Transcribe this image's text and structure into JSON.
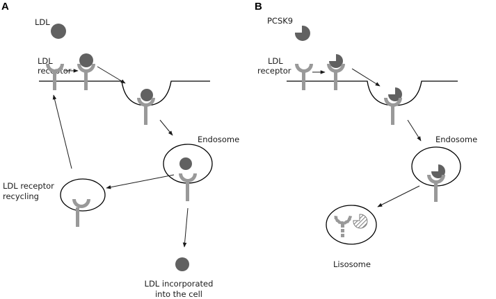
{
  "panels": {
    "a": {
      "letter": "A",
      "ldl": "LDL",
      "receptor_line1": "LDL",
      "receptor_line2": "receptor",
      "endosome": "Endosome",
      "recycling_line1": "LDL receptor",
      "recycling_line2": "recycling",
      "incorporated_line1": "LDL incorporated",
      "incorporated_line2": "into the cell"
    },
    "b": {
      "letter": "B",
      "pcsk9": "PCSK9",
      "receptor_line1": "LDL",
      "receptor_line2": "receptor",
      "endosome": "Endosome",
      "lysosome": "Lisosome"
    }
  },
  "colors": {
    "receptor": "#999999",
    "particle": "#616161",
    "outline": "#000000"
  }
}
